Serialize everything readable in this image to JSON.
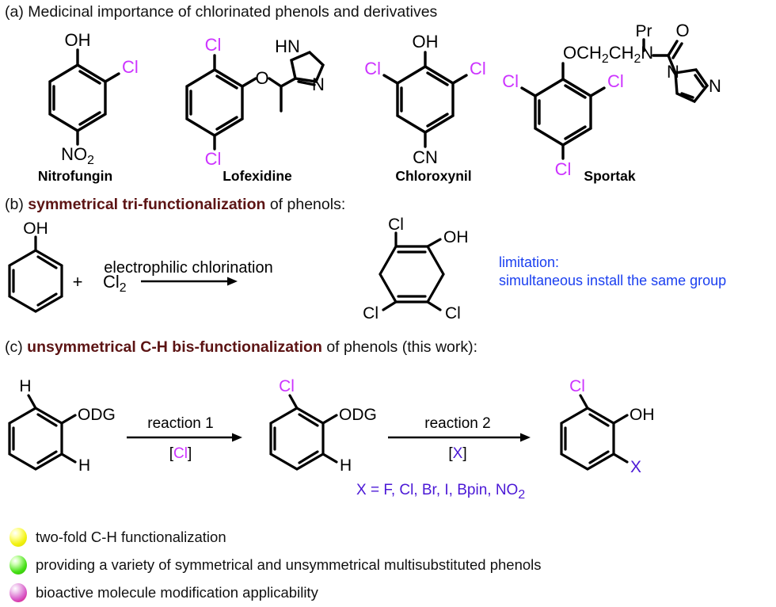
{
  "figure": {
    "panels": [
      {
        "id": "a",
        "prefix": "(a)",
        "title_plain": "Medicinal importance of chlorinated phenols and derivatives",
        "compounds": [
          {
            "name": "Nitrofungin",
            "labels": [
              "OH",
              "Cl",
              "NO2"
            ]
          },
          {
            "name": "Lofexidine",
            "labels": [
              "Cl",
              "Cl",
              "O",
              "HN",
              "N"
            ]
          },
          {
            "name": "Chloroxynil",
            "labels": [
              "OH",
              "Cl",
              "Cl",
              "CN"
            ]
          },
          {
            "name": "Sportak",
            "labels": [
              "OCH2CH2N",
              "Pr",
              "O",
              "N",
              "N",
              "Cl",
              "Cl",
              "Cl"
            ]
          }
        ]
      },
      {
        "id": "b",
        "prefix": "(b)",
        "title_bold": "symmetrical tri-functionalization",
        "title_tail": "of phenols:",
        "reagent": "Cl",
        "reagent_sub": "2",
        "plus": "+",
        "arrow_label": "electrophilic chlorination",
        "note_line1": "limitation:",
        "note_line2": "simultaneous install the same group",
        "substrate_labels": [
          "OH"
        ],
        "product_labels": [
          "Cl",
          "OH",
          "Cl",
          "Cl"
        ]
      },
      {
        "id": "c",
        "prefix": "(c)",
        "title_bold": "unsymmetrical C-H bis-functionalization",
        "title_tail": "of phenols (this work):",
        "step1": {
          "top": "reaction 1",
          "bracket_open": "[",
          "reagent": "Cl",
          "bracket_close": "]"
        },
        "step2": {
          "top": "reaction 2",
          "bracket_open": "[",
          "reagent": "X",
          "bracket_close": "]"
        },
        "substrate_labels": [
          "H",
          "ODG",
          "H"
        ],
        "intermediate_labels": [
          "Cl",
          "ODG",
          "H"
        ],
        "product_labels": [
          "Cl",
          "OH",
          "X"
        ],
        "x_definition": "X = F, Cl, Br, I, Bpin, NO",
        "x_definition_sub": "2"
      }
    ],
    "highlights": [
      {
        "bullet": "yellow-sphere-bullet",
        "text": "two-fold C-H functionalization"
      },
      {
        "bullet": "green-sphere-bullet",
        "text": "providing a variety of symmetrical and unsymmetrical multisubstituted phenols"
      },
      {
        "bullet": "magenta-sphere-bullet",
        "text": "bioactive molecule modification applicability"
      }
    ],
    "colors": {
      "chlorine_magenta": "#cc33ff",
      "heading_maroon": "#5c1414",
      "note_blue": "#1a3ff0",
      "x_violet": "#4b18d6",
      "bond_black": "#000000",
      "bullet_yellow": "#f2f211",
      "bullet_green": "#46e016",
      "bullet_magenta": "#d95cc9"
    }
  }
}
